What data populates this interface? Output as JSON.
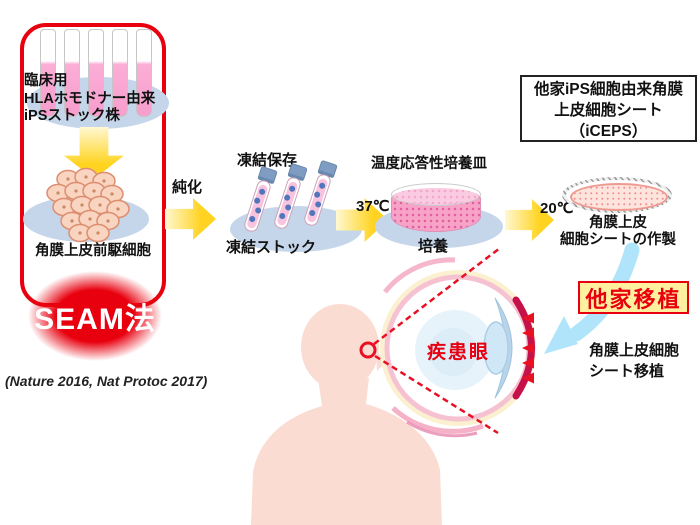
{
  "figure": {
    "colors": {
      "accent_red": "#e8000f",
      "arrow_yellow": "#ffd31f",
      "pad_light_blue": "#c6d6ea",
      "transplant_arrow_blue": "#b0e4fa",
      "medium_pink": "#f7a3c8",
      "silhouette_pink": "#fbdcd2",
      "sheet_crimson": "#c6104a",
      "highlight_box_yellow": "#fff0a0"
    },
    "stock": {
      "label": "臨床用\nHLAホモドナー由来\niPSストック株",
      "progenitor_label": "角膜上皮前駆細胞",
      "method_label": "SEAM法",
      "citation": "(Nature 2016, Nat Protoc 2017)"
    },
    "process": {
      "purify_label": "純化",
      "cryo_title": "凍結保存",
      "cryo_label": "凍結ストック",
      "dish_title": "温度応答性培養皿",
      "temp_37": "37℃",
      "culture_label": "培養",
      "temp_20": "20℃",
      "sheet_label": "角膜上皮\n細胞シートの作製"
    },
    "product_box": {
      "label": "他家iPS細胞由来角膜\n上皮細胞シート\n（iCEPS）"
    },
    "transplant": {
      "allograft_label": "他家移植",
      "diseased_eye_label": "疾患眼",
      "sheet_transplant_label": "角膜上皮細胞\nシート移植"
    }
  }
}
